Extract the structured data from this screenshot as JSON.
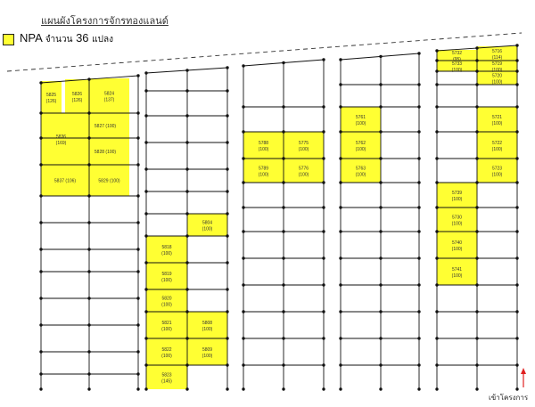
{
  "title": "แผนผังโครงการจักรทองแลนด์",
  "legend": {
    "name": "NPA",
    "text": "จำนวน",
    "count": "36",
    "unit": "แปลง"
  },
  "entrance_label": "เข้าโครงการ",
  "colors": {
    "highlight": "#ffff33",
    "line": "#111111",
    "entrance_arrow": "#e02020"
  },
  "lots": [
    {
      "id": "lot-5825",
      "label": "5825",
      "area": "(126)"
    },
    {
      "id": "lot-5826",
      "label": "5826",
      "area": "(126)"
    },
    {
      "id": "lot-5824",
      "label": "5824",
      "area": "(137)"
    },
    {
      "id": "lot-5836",
      "label": "5836",
      "area": "(169)"
    },
    {
      "id": "lot-5827",
      "label": "5827 (100)",
      "area": ""
    },
    {
      "id": "lot-5828",
      "label": "5828 (100)",
      "area": ""
    },
    {
      "id": "lot-5837",
      "label": "5837 (106)",
      "area": ""
    },
    {
      "id": "lot-5829",
      "label": "5829 (100)",
      "area": ""
    },
    {
      "id": "lot-5804",
      "label": "5804",
      "area": "(100)"
    },
    {
      "id": "lot-5818",
      "label": "5818",
      "area": "(100)"
    },
    {
      "id": "lot-5819",
      "label": "5819",
      "area": "(100)"
    },
    {
      "id": "lot-5820",
      "label": "5820",
      "area": "(100)"
    },
    {
      "id": "lot-5821",
      "label": "5821",
      "area": "(100)"
    },
    {
      "id": "lot-5808",
      "label": "5808",
      "area": "(100)"
    },
    {
      "id": "lot-5822",
      "label": "5822",
      "area": "(100)"
    },
    {
      "id": "lot-5809",
      "label": "5809",
      "area": "(100)"
    },
    {
      "id": "lot-5823",
      "label": "5823",
      "area": "(145)"
    },
    {
      "id": "lot-5788",
      "label": "5788",
      "area": "(100)"
    },
    {
      "id": "lot-5775",
      "label": "5775",
      "area": "(100)"
    },
    {
      "id": "lot-5789",
      "label": "5789",
      "area": "(100)"
    },
    {
      "id": "lot-5776",
      "label": "5776",
      "area": "(100)"
    },
    {
      "id": "lot-5761",
      "label": "5761",
      "area": "(100)"
    },
    {
      "id": "lot-5762",
      "label": "5762",
      "area": "(100)"
    },
    {
      "id": "lot-5763",
      "label": "5763",
      "area": "(100)"
    },
    {
      "id": "lot-5732",
      "label": "5732",
      "area": "(95)"
    },
    {
      "id": "lot-5716",
      "label": "5716",
      "area": "(114)"
    },
    {
      "id": "lot-5733",
      "label": "5733",
      "area": "(100)"
    },
    {
      "id": "lot-5719",
      "label": "5719",
      "area": "(100)"
    },
    {
      "id": "lot-5720",
      "label": "5720",
      "area": "(100)"
    },
    {
      "id": "lot-5721",
      "label": "5721",
      "area": "(100)"
    },
    {
      "id": "lot-5722",
      "label": "5722",
      "area": "(100)"
    },
    {
      "id": "lot-5723",
      "label": "5723",
      "area": "(100)"
    },
    {
      "id": "lot-5739",
      "label": "5739",
      "area": "(100)"
    },
    {
      "id": "lot-5730",
      "label": "5730",
      "area": "(100)"
    },
    {
      "id": "lot-5740",
      "label": "5740",
      "area": "(100)"
    },
    {
      "id": "lot-5741",
      "label": "5741",
      "area": "(100)"
    }
  ]
}
